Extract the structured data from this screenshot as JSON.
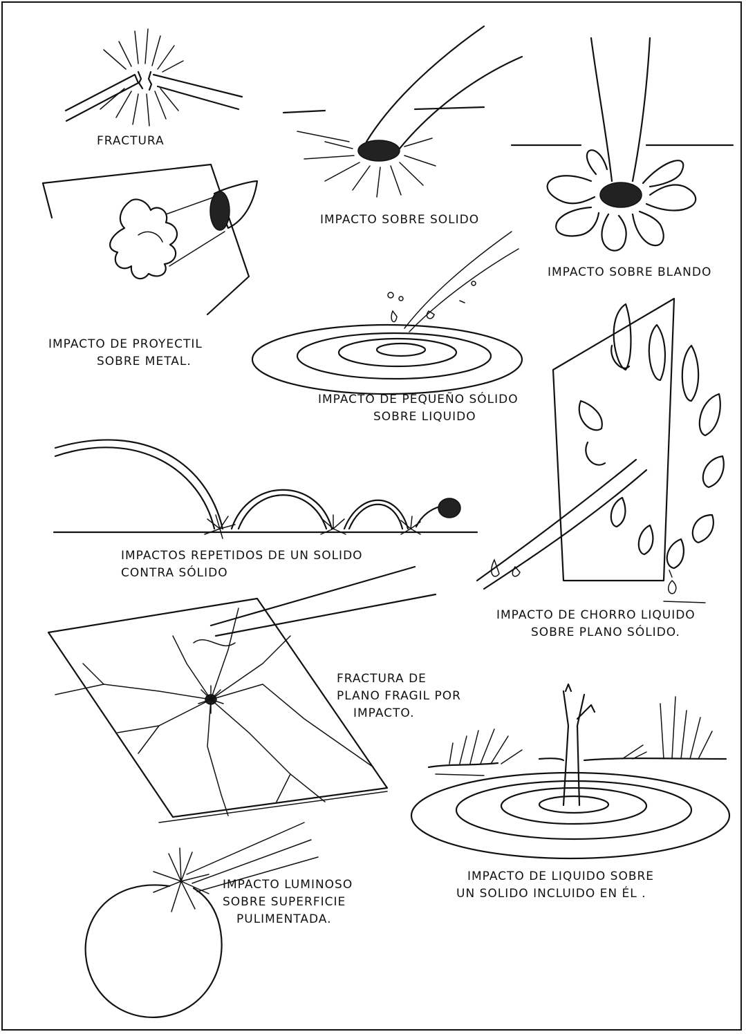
{
  "panels": {
    "fractura": {
      "lines": [
        "FRACTURA"
      ]
    },
    "impacto_solido": {
      "lines": [
        "IMPACTO SOBRE SOLIDO"
      ]
    },
    "impacto_blando": {
      "lines": [
        "IMPACTO SOBRE BLANDO"
      ]
    },
    "proyectil": {
      "lines": [
        "IMPACTO DE PROYECTIL",
        "SOBRE METAL."
      ]
    },
    "pequeno_solido": {
      "lines": [
        "IMPACTO DE PEQUEÑO SÓLIDO",
        "SOBRE LIQUIDO"
      ]
    },
    "repetidos": {
      "lines": [
        "IMPACTOS REPETIDOS DE UN SOLIDO",
        "CONTRA SÓLIDO"
      ]
    },
    "chorro": {
      "lines": [
        "IMPACTO DE CHORRO LIQUIDO",
        "SOBRE PLANO SÓLIDO."
      ]
    },
    "plano_fragil": {
      "lines": [
        "FRACTURA DE",
        "PLANO FRAGIL POR",
        "IMPACTO."
      ]
    },
    "luminoso": {
      "lines": [
        "IMPACTO LUMINOSO",
        "SOBRE SUPERFICIE",
        "PULIMENTADA."
      ]
    },
    "liquido_solido": {
      "lines": [
        "IMPACTO DE LIQUIDO SOBRE",
        "UN SOLIDO INCLUIDO EN ÉL ."
      ]
    }
  },
  "colors": {
    "ink": "#111111",
    "paper": "#ffffff"
  }
}
